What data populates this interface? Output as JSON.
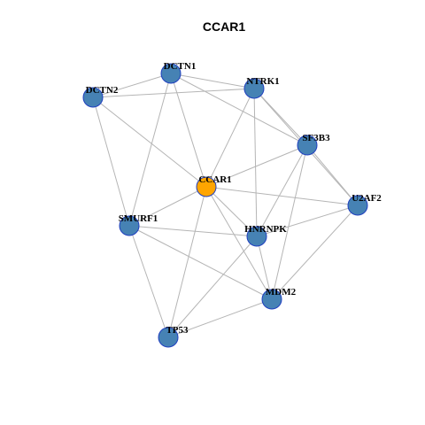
{
  "title": "CCAR1",
  "colors": {
    "node_default": "#4682b4",
    "node_highlight": "#ffa500",
    "node_border": "#1f3fbf",
    "edge": "#b5b5b5"
  },
  "nodes": [
    {
      "id": "DCTN1",
      "label": "DCTN1",
      "highlight": false
    },
    {
      "id": "DCTN2",
      "label": "DCTN2",
      "highlight": false
    },
    {
      "id": "NTRK1",
      "label": "NTRK1",
      "highlight": false
    },
    {
      "id": "SF3B3",
      "label": "SF3B3",
      "highlight": false
    },
    {
      "id": "CCAR1",
      "label": "CCAR1",
      "highlight": true
    },
    {
      "id": "U2AF2",
      "label": "U2AF2",
      "highlight": false
    },
    {
      "id": "SMURF1",
      "label": "SMURF1",
      "highlight": false
    },
    {
      "id": "HNRNPK",
      "label": "HNRNPK",
      "highlight": false
    },
    {
      "id": "MDM2",
      "label": "MDM2",
      "highlight": false
    },
    {
      "id": "TP53",
      "label": "TP53",
      "highlight": false
    }
  ],
  "edges": [
    [
      "DCTN1",
      "DCTN2"
    ],
    [
      "DCTN1",
      "NTRK1"
    ],
    [
      "DCTN1",
      "SF3B3"
    ],
    [
      "DCTN1",
      "CCAR1"
    ],
    [
      "DCTN1",
      "SMURF1"
    ],
    [
      "DCTN2",
      "NTRK1"
    ],
    [
      "DCTN2",
      "CCAR1"
    ],
    [
      "DCTN2",
      "SMURF1"
    ],
    [
      "NTRK1",
      "SF3B3"
    ],
    [
      "NTRK1",
      "U2AF2"
    ],
    [
      "NTRK1",
      "CCAR1"
    ],
    [
      "NTRK1",
      "HNRNPK"
    ],
    [
      "SF3B3",
      "U2AF2"
    ],
    [
      "SF3B3",
      "CCAR1"
    ],
    [
      "SF3B3",
      "HNRNPK"
    ],
    [
      "SF3B3",
      "MDM2"
    ],
    [
      "CCAR1",
      "U2AF2"
    ],
    [
      "CCAR1",
      "SMURF1"
    ],
    [
      "CCAR1",
      "HNRNPK"
    ],
    [
      "CCAR1",
      "MDM2"
    ],
    [
      "CCAR1",
      "TP53"
    ],
    [
      "U2AF2",
      "HNRNPK"
    ],
    [
      "U2AF2",
      "MDM2"
    ],
    [
      "SMURF1",
      "HNRNPK"
    ],
    [
      "SMURF1",
      "MDM2"
    ],
    [
      "SMURF1",
      "TP53"
    ],
    [
      "HNRNPK",
      "MDM2"
    ],
    [
      "HNRNPK",
      "TP53"
    ],
    [
      "MDM2",
      "TP53"
    ]
  ]
}
